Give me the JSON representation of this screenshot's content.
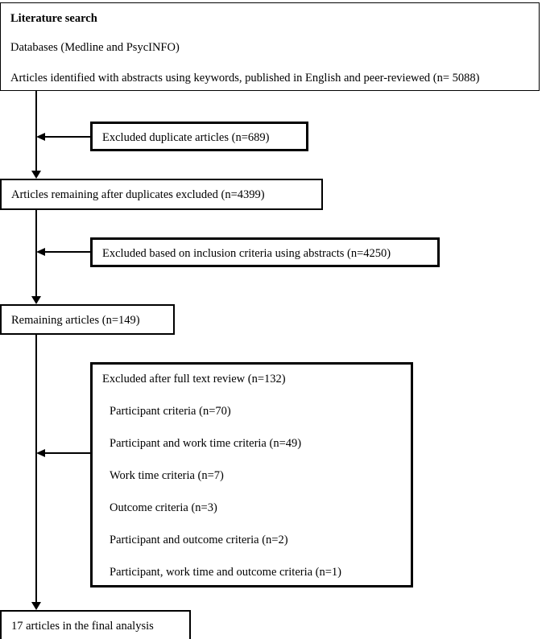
{
  "diagram": {
    "title": "Literature search flowchart",
    "background_color": "#ffffff",
    "stroke_color": "#000000"
  },
  "boxes": {
    "literature_search": {
      "heading": "Literature search",
      "databases": "Databases (Medline and PsycINFO)",
      "identified": "Articles identified with abstracts using keywords, published in English and peer-reviewed (n= 5088)"
    },
    "excluded_duplicates": {
      "label": "Excluded duplicate articles (n=689)"
    },
    "remaining_after_duplicates": {
      "label": "Articles remaining after duplicates excluded (n=4399)"
    },
    "excluded_inclusion_criteria": {
      "label": "Excluded based on inclusion criteria using abstracts (n=4250)"
    },
    "remaining_articles": {
      "label": "Remaining articles (n=149)"
    },
    "excluded_full_text": {
      "heading": "Excluded after full text review (n=132)",
      "reasons": [
        "Participant criteria (n=70)",
        "Participant and work time criteria (n=49)",
        "Work time criteria (n=7)",
        "Outcome criteria (n=3)",
        "Participant and outcome criteria (n=2)",
        "Participant, work time and outcome criteria (n=1)"
      ]
    },
    "final_analysis": {
      "label": "17 articles in the final analysis"
    }
  },
  "chart_data": {
    "type": "flowchart",
    "title": "Literature search flowchart",
    "nodes": [
      {
        "id": "literature_search",
        "kind": "source",
        "lines": [
          "Literature search",
          "Databases (Medline and PsycINFO)",
          "Articles identified with abstracts using keywords, published in English and peer-reviewed (n= 5088)"
        ],
        "count": 5088
      },
      {
        "id": "excluded_duplicates",
        "kind": "exclusion",
        "lines": [
          "Excluded duplicate articles (n=689)"
        ],
        "count": 689
      },
      {
        "id": "remaining_after_duplicates",
        "kind": "stage",
        "lines": [
          "Articles remaining after duplicates excluded (n=4399)"
        ],
        "count": 4399
      },
      {
        "id": "excluded_inclusion_criteria",
        "kind": "exclusion",
        "lines": [
          "Excluded based on inclusion criteria using abstracts (n=4250)"
        ],
        "count": 4250
      },
      {
        "id": "remaining_articles",
        "kind": "stage",
        "lines": [
          "Remaining articles (n=149)"
        ],
        "count": 149
      },
      {
        "id": "excluded_full_text",
        "kind": "exclusion",
        "lines": [
          "Excluded after full text review (n=132)",
          "Participant criteria (n=70)",
          "Participant and work time criteria (n=49)",
          "Work time criteria (n=7)",
          "Outcome criteria (n=3)",
          "Participant and outcome criteria (n=2)",
          "Participant, work time and outcome criteria (n=1)"
        ],
        "count": 132,
        "breakdown": [
          70,
          49,
          7,
          3,
          2,
          1
        ]
      },
      {
        "id": "final_analysis",
        "kind": "result",
        "lines": [
          "17 articles in the final analysis"
        ],
        "count": 17
      }
    ],
    "edges": [
      {
        "from": "literature_search",
        "to": "remaining_after_duplicates",
        "direction": "down"
      },
      {
        "from": "excluded_duplicates",
        "to": "literature_search",
        "direction": "left"
      },
      {
        "from": "remaining_after_duplicates",
        "to": "remaining_articles",
        "direction": "down"
      },
      {
        "from": "excluded_inclusion_criteria",
        "to": "remaining_after_duplicates",
        "direction": "left"
      },
      {
        "from": "remaining_articles",
        "to": "final_analysis",
        "direction": "down"
      },
      {
        "from": "excluded_full_text",
        "to": "remaining_articles",
        "direction": "left"
      }
    ]
  }
}
